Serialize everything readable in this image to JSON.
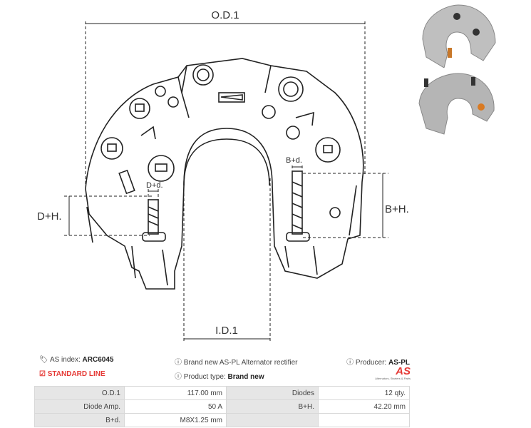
{
  "dimensions": {
    "od": "O.D.1",
    "id": "I.D.1",
    "dh": "D+H.",
    "bh": "B+H.",
    "dd": "D+d.",
    "bd": "B+d."
  },
  "info": {
    "as_index_label": "AS index:",
    "as_index": "ARC6045",
    "line": "STANDARD LINE",
    "description": "Brand new AS-PL Alternator rectifier",
    "product_type_label": "Product type:",
    "product_type": "Brand new",
    "producer_label": "Producer:",
    "producer": "AS-PL",
    "logo_text": "AS",
    "logo_tagline": "Alternators, Starters & Parts"
  },
  "specs": [
    {
      "k1": "O.D.1",
      "v1": "117.00 mm",
      "k2": "Diodes",
      "v2": "12 qty."
    },
    {
      "k1": "Diode Amp.",
      "v1": "50 A",
      "k2": "B+H.",
      "v2": "42.20 mm"
    },
    {
      "k1": "B+d.",
      "v1": "M8X1.25 mm",
      "k2": "",
      "v2": ""
    }
  ],
  "colors": {
    "accent": "#e53935"
  }
}
